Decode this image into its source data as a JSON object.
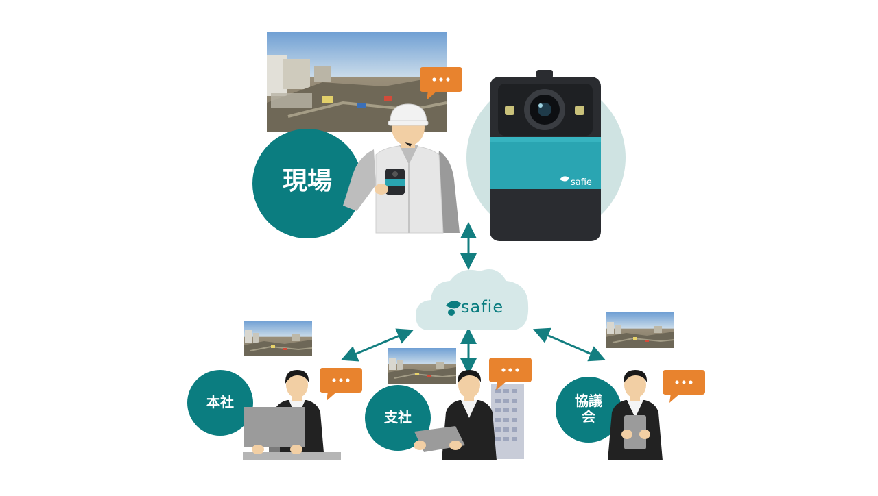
{
  "labels": {
    "site": "現場",
    "headquarters": "本社",
    "branch": "支社",
    "council_line1": "協議",
    "council_line2": "会"
  },
  "cloud": {
    "brand": "safie"
  },
  "camera": {
    "brand": "safie"
  },
  "speech": {
    "ellipsis": "・・・"
  },
  "colors": {
    "teal": "#0b7d80",
    "teal_light": "#cfe3e2",
    "cloud": "#d6e8e8",
    "orange": "#e8832e",
    "camera_body": "#2a2c30",
    "camera_band": "#2aa5b2",
    "arrow": "#137e80",
    "skin": "#f2cfa4",
    "hair": "#1a1a1a",
    "suit": "#222222",
    "uniform": "#e6e6e6"
  },
  "icons": [
    "safie-logo-icon",
    "speech-bubble-icon",
    "construction-photo-icon",
    "bidirectional-arrow-icon"
  ]
}
